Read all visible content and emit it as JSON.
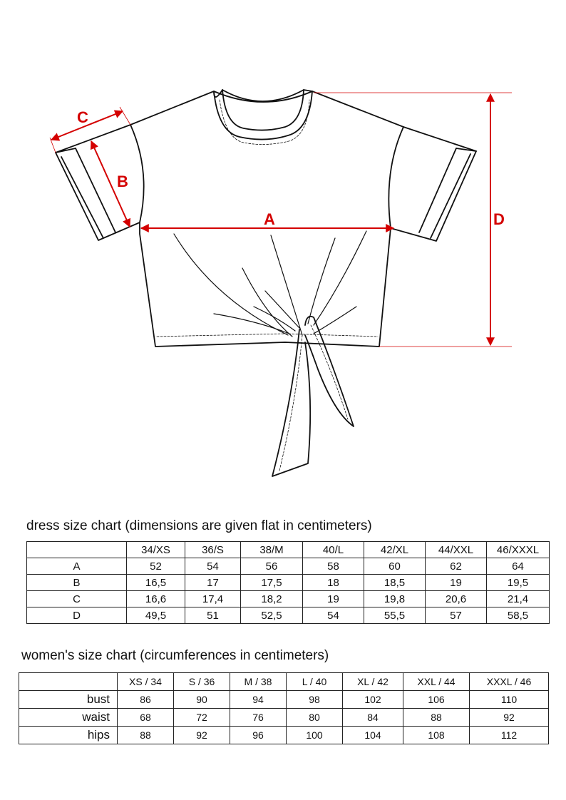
{
  "measure_labels": {
    "a": "A",
    "b": "B",
    "c": "C",
    "d": "D"
  },
  "dress_chart": {
    "title": "dress size chart  (dimensions are given flat in centimeters)",
    "headers": [
      "",
      "34/XS",
      "36/S",
      "38/M",
      "40/L",
      "42/XL",
      "44/XXL",
      "46/XXXL"
    ],
    "rows": [
      [
        "A",
        "52",
        "54",
        "56",
        "58",
        "60",
        "62",
        "64"
      ],
      [
        "B",
        "16,5",
        "17",
        "17,5",
        "18",
        "18,5",
        "19",
        "19,5"
      ],
      [
        "C",
        "16,6",
        "17,4",
        "18,2",
        "19",
        "19,8",
        "20,6",
        "21,4"
      ],
      [
        "D",
        "49,5",
        "51",
        "52,5",
        "54",
        "55,5",
        "57",
        "58,5"
      ]
    ]
  },
  "womens_chart": {
    "title": "women's size chart  (circumferences in centimeters)",
    "headers": [
      "",
      "XS / 34",
      "S / 36",
      "M / 38",
      "L / 40",
      "XL / 42",
      "XXL / 44",
      "XXXL / 46"
    ],
    "rows": [
      [
        "bust",
        "86",
        "90",
        "94",
        "98",
        "102",
        "106",
        "110"
      ],
      [
        "waist",
        "68",
        "72",
        "76",
        "80",
        "84",
        "88",
        "92"
      ],
      [
        "hips",
        "88",
        "92",
        "96",
        "100",
        "104",
        "108",
        "112"
      ]
    ]
  },
  "colors": {
    "measure_red": "#d40000",
    "outline": "#111111"
  }
}
